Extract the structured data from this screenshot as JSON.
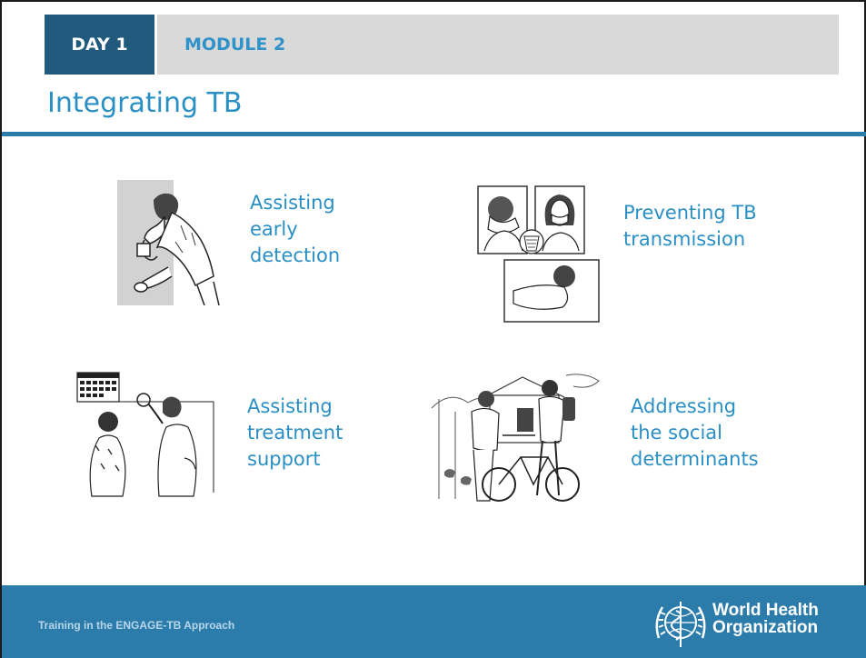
{
  "header": {
    "day_tab": "DAY 1",
    "module_label": "MODULE 2"
  },
  "title": "Integrating TB",
  "items": [
    {
      "lines": [
        "Assisting",
        "early",
        "detection"
      ],
      "illustration": "person-coughing-into-cup"
    },
    {
      "lines": [
        "Preventing TB",
        "transmission"
      ],
      "illustration": "covering-cough-masks"
    },
    {
      "lines": [
        "Assisting",
        "treatment",
        "support"
      ],
      "illustration": "taking-medication-calendar"
    },
    {
      "lines": [
        "Addressing",
        "the social",
        "determinants"
      ],
      "illustration": "community-bicycle-scene"
    }
  ],
  "footer": {
    "text": "Training in the ENGAGE-TB Approach",
    "org_line1": "World Health",
    "org_line2": "Organization"
  },
  "colors": {
    "accent": "#2a8fc4",
    "header_dark": "#215a7d",
    "band": "#2b7cab",
    "tab_bg": "#d9d9d9"
  }
}
